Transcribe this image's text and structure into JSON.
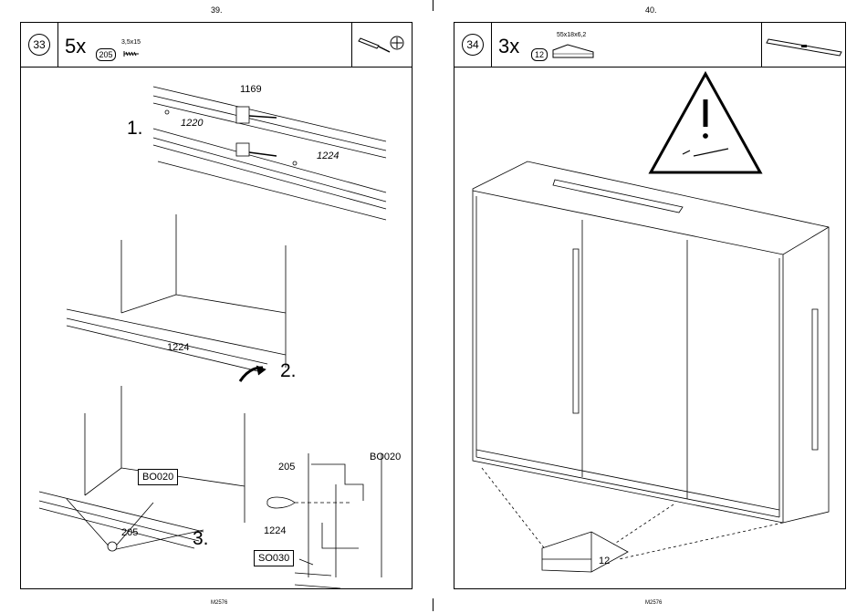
{
  "left_page": {
    "page_number": "39.",
    "footer": "M2576",
    "step_number": "33",
    "quantity": "5x",
    "part_number": "205",
    "part_spec": "3,5x15",
    "tool_icon": "screwdriver-icon",
    "labels": {
      "part_1169": "1169",
      "part_1220": "1220",
      "part_1224_top": "1224",
      "part_1224_mid": "1224",
      "part_1224_bottom": "1224",
      "screw_205_a": "205",
      "screw_205_b": "205",
      "bo020_box": "BO020",
      "bo020_detail": "BO020",
      "so030": "SO030"
    },
    "sub_steps": [
      "1.",
      "2.",
      "3."
    ]
  },
  "right_page": {
    "page_number": "40.",
    "footer": "M2576",
    "step_number": "34",
    "quantity": "3x",
    "part_number": "12",
    "part_spec": "55x18x6,2",
    "tool_icon": "spirit-level-icon",
    "warning_icon": "warning-icon",
    "labels": {
      "wedge_12": "12"
    }
  }
}
